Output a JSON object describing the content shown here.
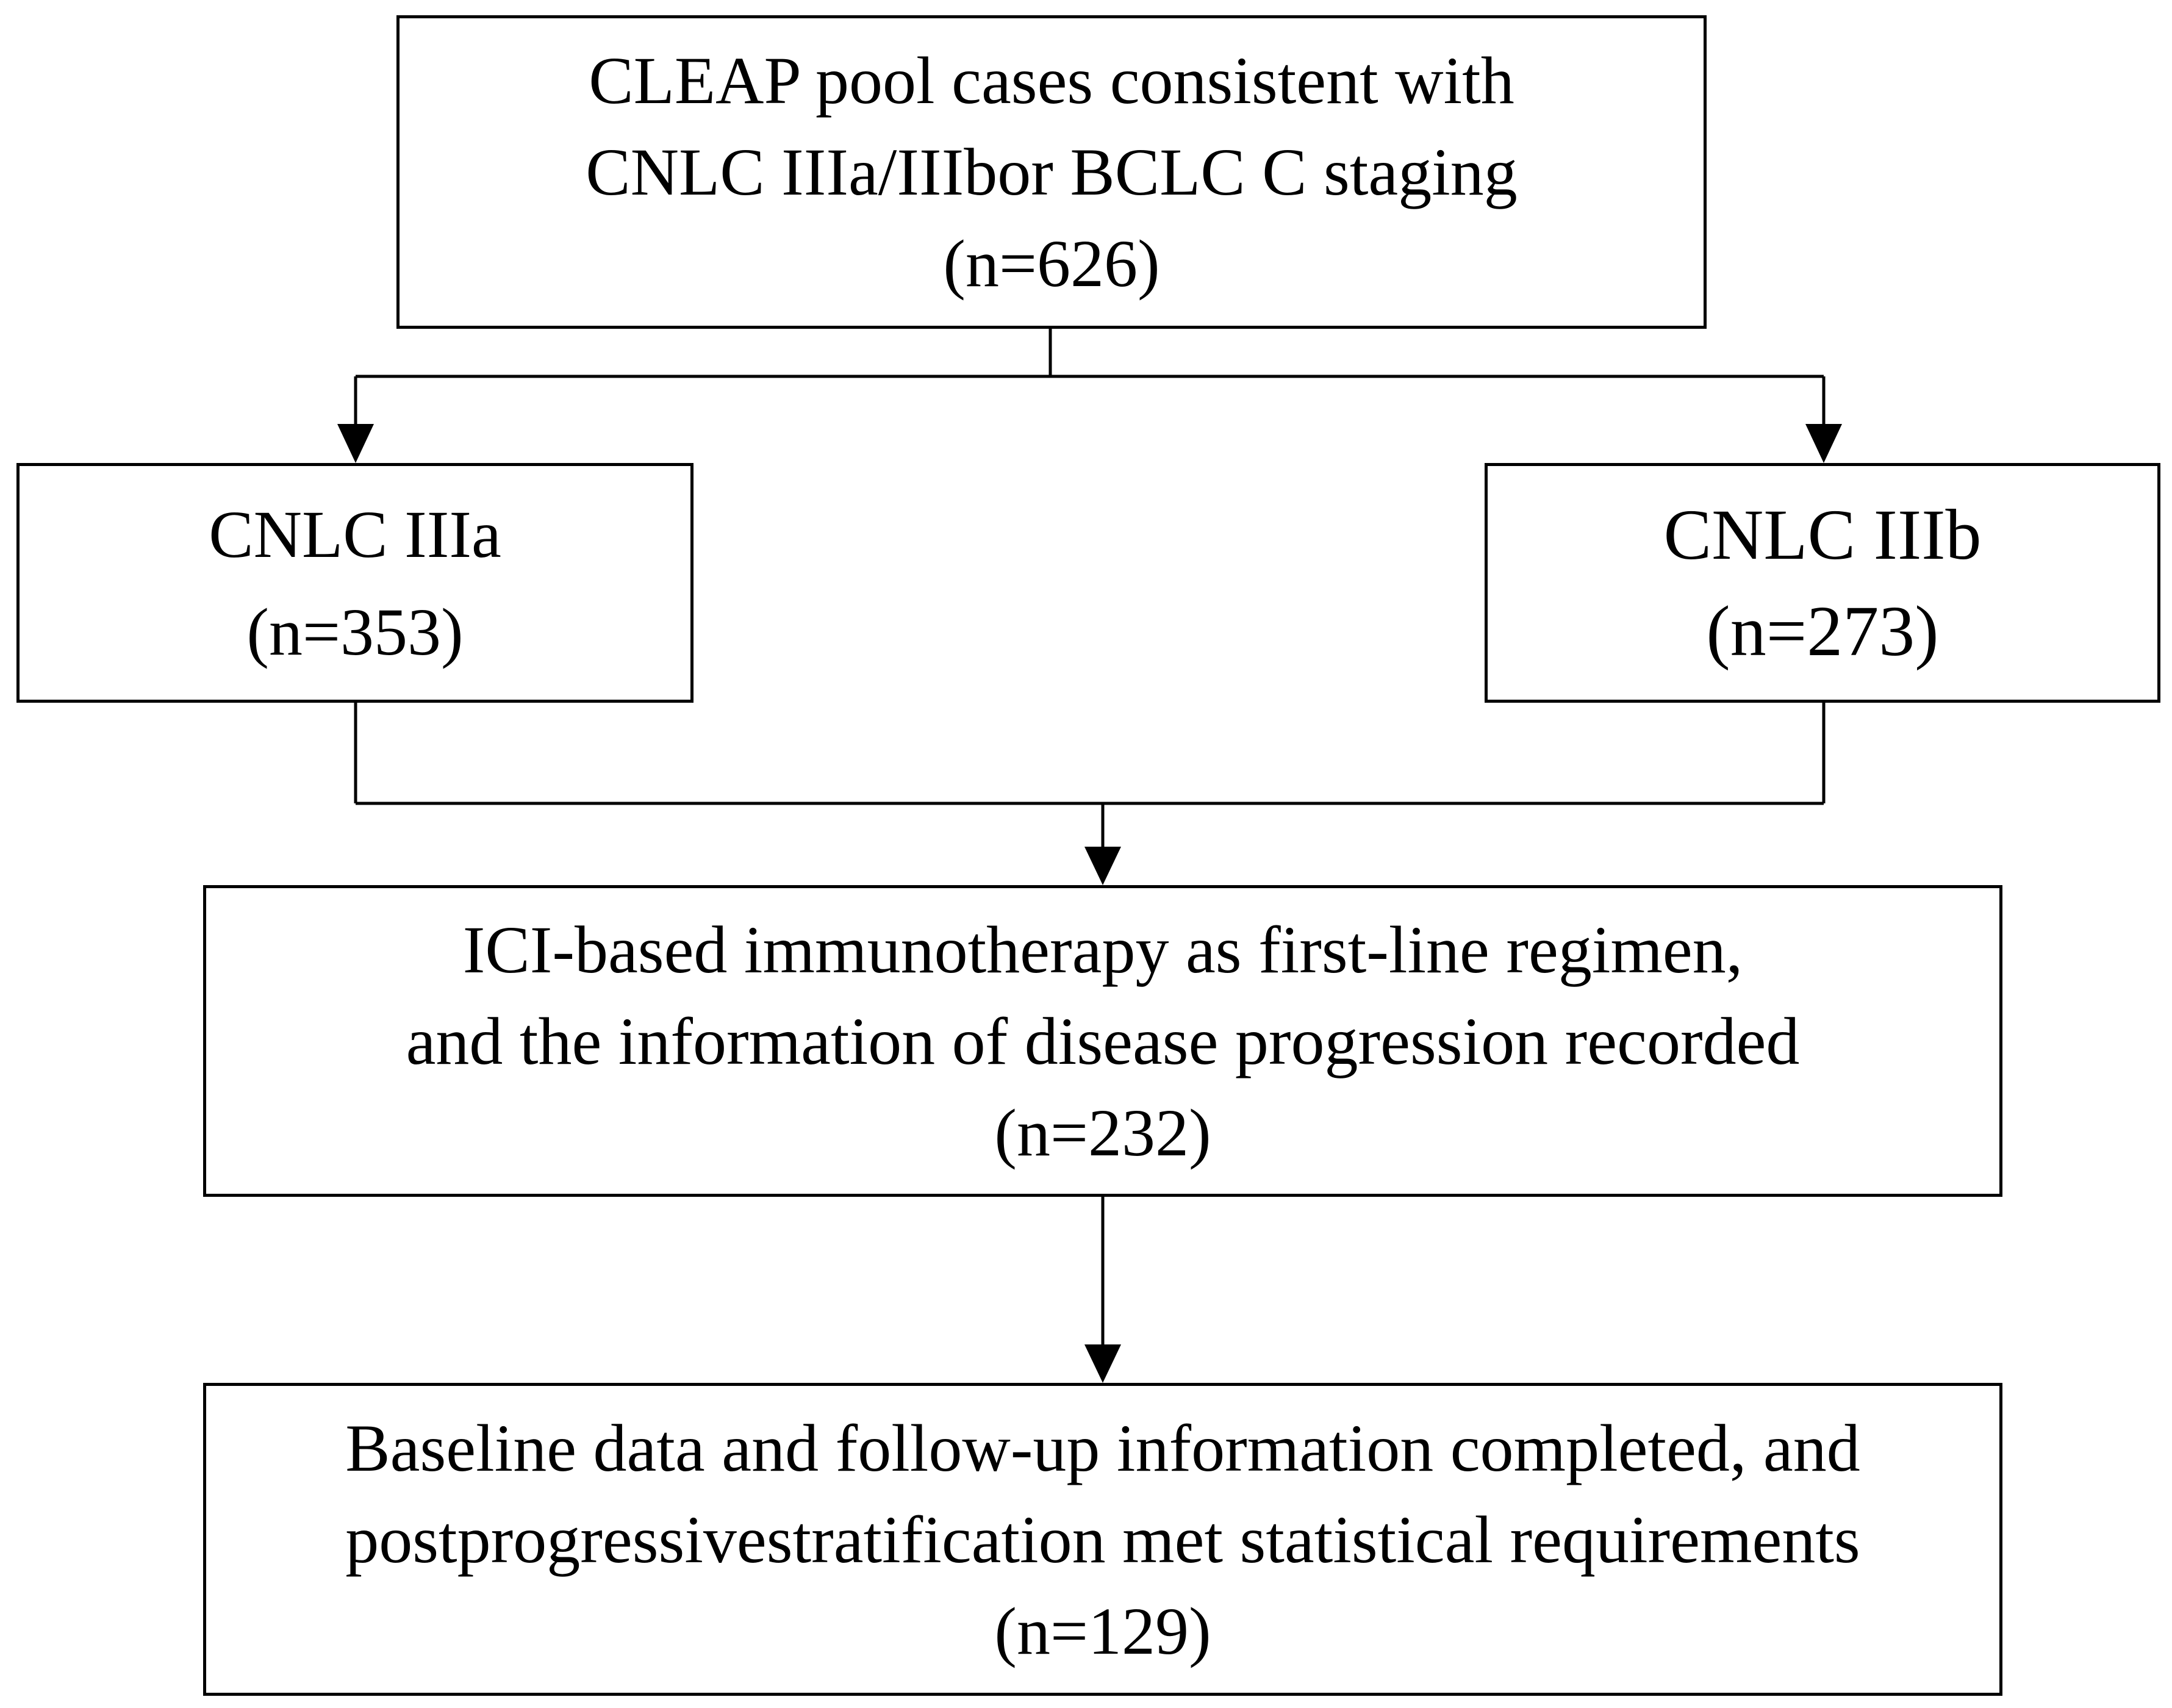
{
  "boxes": {
    "top": {
      "lines": [
        "CLEAP pool cases consistent with",
        "CNLC IIIa/IIIbor BCLC C staging",
        "(n=626)"
      ]
    },
    "iiia": {
      "lines": [
        "CNLC IIIa",
        "(n=353)"
      ]
    },
    "iiib": {
      "lines": [
        "CNLC IIIb",
        "(n=273)"
      ]
    },
    "ici": {
      "lines": [
        "ICI-based immunotherapy as first-line regimen,",
        "and the information of disease progression recorded",
        "(n=232)"
      ]
    },
    "baseline": {
      "lines": [
        "Baseline data and follow-up information completed, and",
        "postprogressivestratification met statistical requirements",
        "(n=129)"
      ]
    }
  },
  "colors": {
    "stroke": "#000000",
    "background": "#ffffff"
  }
}
